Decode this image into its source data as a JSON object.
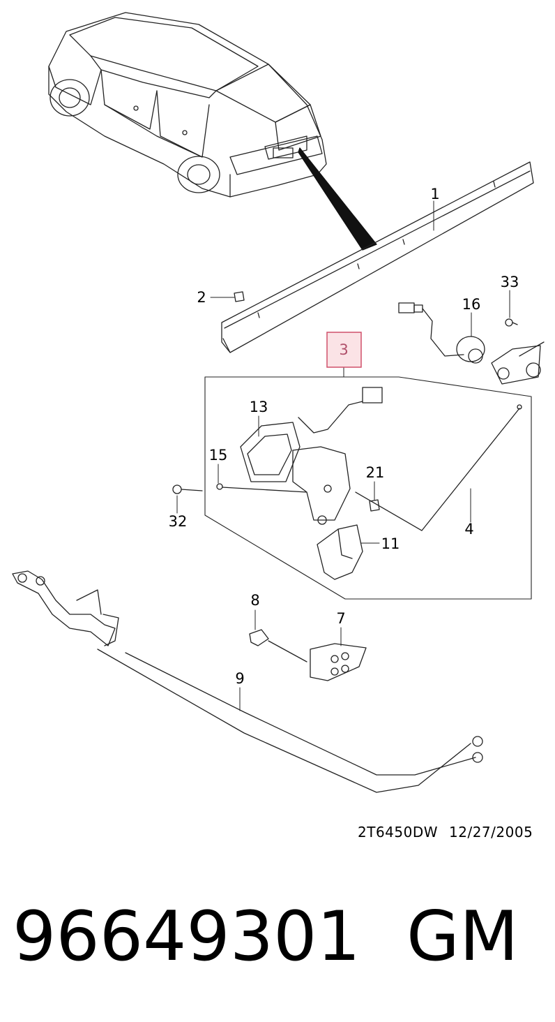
{
  "diagram": {
    "callouts": {
      "c1": "1",
      "c2": "2",
      "c3": "3",
      "c4": "4",
      "c7": "7",
      "c8": "8",
      "c9": "9",
      "c11": "11",
      "c13": "13",
      "c15": "15",
      "c16": "16",
      "c21": "21",
      "c32": "32",
      "c33": "33"
    },
    "highlighted_callout": "3",
    "highlight_color": "#d0506a",
    "highlight_fill": "#fbe3e6"
  },
  "stamp": {
    "code": "2T6450DW",
    "date": "12/27/2005"
  },
  "footer": {
    "part_number": "96649301",
    "brand": "GM"
  }
}
